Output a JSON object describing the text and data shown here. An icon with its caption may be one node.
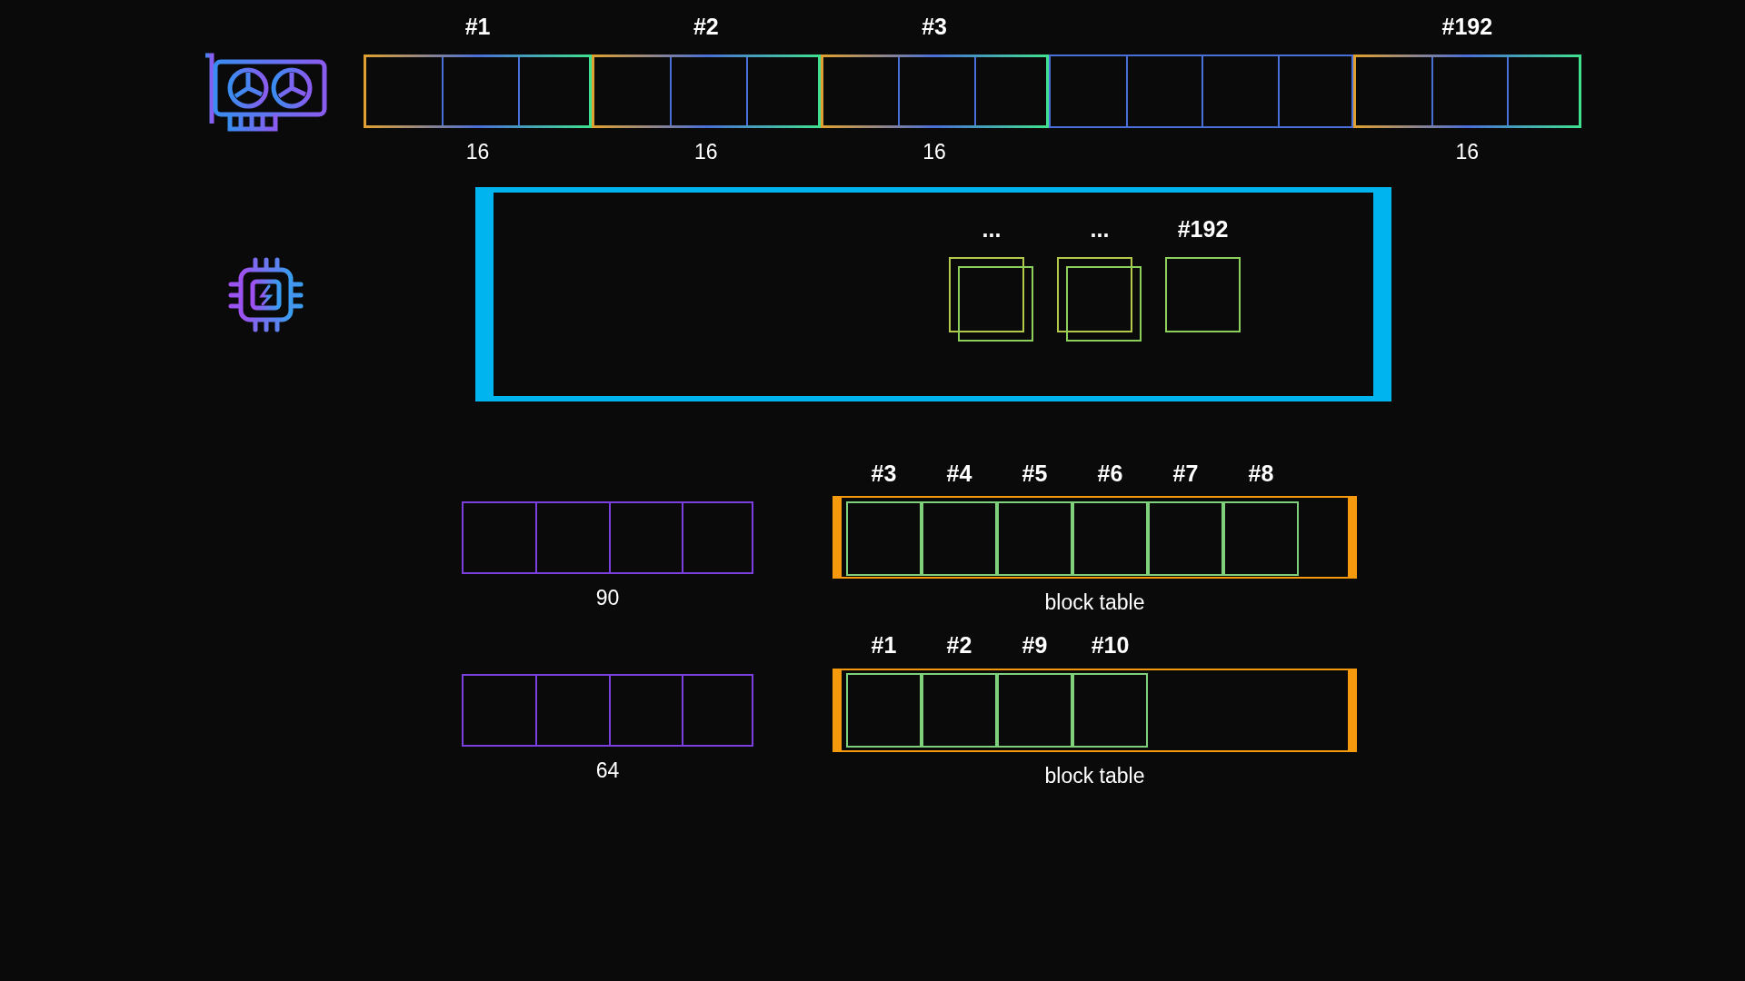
{
  "diagram": {
    "nodes": [
      {
        "text": [],
        "shape": "bar"
      },
      {
        "text": [
          "#1"
        ],
        "beside": [
          "16"
        ],
        "in": 0
      },
      {
        "text": [
          "#2"
        ],
        "beside": [
          "16"
        ],
        "in": 0
      },
      {
        "text": [
          "#3"
        ],
        "beside": [
          "16"
        ],
        "in": 0
      },
      {
        "text": [],
        "shape": "bar",
        "in": 0
      },
      {
        "text": [
          "#192"
        ],
        "beside": [
          "16"
        ],
        "in": 0
      },
      {
        "text": [],
        "shape": "box"
      },
      {
        "text": [
          "..."
        ],
        "in": 6
      },
      {
        "text": [
          "..."
        ],
        "in": 6
      },
      {
        "text": [
          "#192"
        ],
        "in": 6
      },
      {
        "text": [],
        "shape": "bar",
        "beside": [
          "90"
        ]
      },
      {
        "text": [
          "block table"
        ]
      },
      {
        "text": [
          "#3"
        ],
        "in": 11
      },
      {
        "text": [
          "#4"
        ],
        "in": 11
      },
      {
        "text": [
          "#5"
        ],
        "in": 11
      },
      {
        "text": [
          "#6"
        ],
        "in": 11
      },
      {
        "text": [
          "#7"
        ],
        "in": 11
      },
      {
        "text": [
          "#8"
        ],
        "in": 11
      },
      {
        "text": [],
        "shape": "bar",
        "beside": [
          "64"
        ]
      },
      {
        "text": [
          "block table"
        ]
      },
      {
        "text": [
          "#1"
        ],
        "in": 19
      },
      {
        "text": [
          "#2"
        ],
        "in": 19
      },
      {
        "text": [
          "#9"
        ],
        "in": 19
      },
      {
        "text": [
          "#10"
        ],
        "in": 19
      }
    ],
    "edges": []
  }
}
